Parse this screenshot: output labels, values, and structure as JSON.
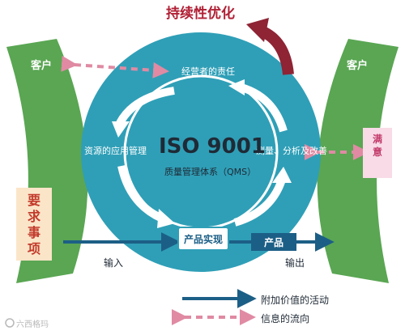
{
  "title": "持续性优化",
  "left_customer": "客户",
  "right_customer": "客户",
  "requirements": "要求事项",
  "satisfaction": "满意",
  "center": {
    "title": "ISO 9001",
    "subtitle": "质量管理体系（QMS）"
  },
  "cycle": {
    "top": "经营者的责任",
    "left": "资源的应用管理",
    "right": "测量、分析及改善",
    "bottom": "产品实现"
  },
  "flow": {
    "input": "输入",
    "output": "输出",
    "product": "产品"
  },
  "legend": {
    "value_added": "附加价值的活动",
    "info_flow": "信息的流向"
  },
  "watermark": "六西格玛",
  "colors": {
    "teal": "#2f9fb7",
    "green": "#5aa653",
    "maroon": "#8e2434",
    "navy": "#1c5f86",
    "pink_dash": "#e08aa3",
    "cream": "#fbe5c8",
    "pink_box": "#f8dbe6"
  }
}
